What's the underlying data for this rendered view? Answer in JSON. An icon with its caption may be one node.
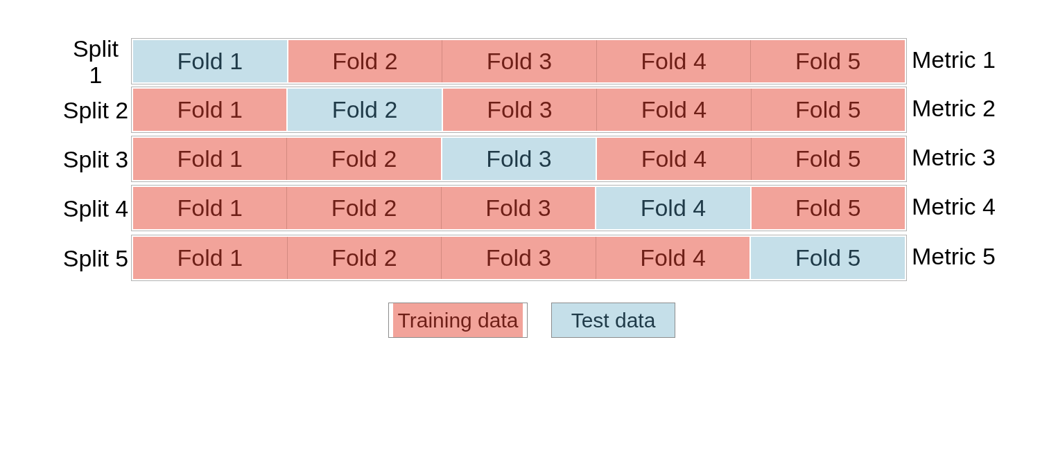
{
  "diagram": {
    "nodes": [
      {
        "text": [
          "Split 1"
        ],
        "beside": [
          "Metric 1"
        ]
      },
      {
        "text": [
          "Fold 1"
        ],
        "in": 0
      },
      {
        "text": [
          "Fold 2"
        ],
        "in": 0
      },
      {
        "text": [
          "Fold 3"
        ],
        "in": 0
      },
      {
        "text": [
          "Fold 4"
        ],
        "in": 0
      },
      {
        "text": [
          "Fold 5"
        ],
        "in": 0
      },
      {
        "text": [
          "Split 2"
        ],
        "beside": [
          "Metric 2"
        ]
      },
      {
        "text": [
          "Fold 1"
        ],
        "in": 6
      },
      {
        "text": [
          "Fold 2"
        ],
        "in": 6
      },
      {
        "text": [
          "Fold 3"
        ],
        "in": 6
      },
      {
        "text": [
          "Fold 4"
        ],
        "in": 6
      },
      {
        "text": [
          "Fold 5"
        ],
        "in": 6
      },
      {
        "text": [
          "Split 3"
        ],
        "beside": [
          "Metric 3"
        ]
      },
      {
        "text": [
          "Fold 1"
        ],
        "in": 12
      },
      {
        "text": [
          "Fold 2"
        ],
        "in": 12
      },
      {
        "text": [
          "Fold 3"
        ],
        "in": 12
      },
      {
        "text": [
          "Fold 4"
        ],
        "in": 12
      },
      {
        "text": [
          "Fold 5"
        ],
        "in": 12
      },
      {
        "text": [
          "Split 4"
        ],
        "beside": [
          "Metric 4"
        ]
      },
      {
        "text": [
          "Fold 1"
        ],
        "in": 18
      },
      {
        "text": [
          "Fold 2"
        ],
        "in": 18
      },
      {
        "text": [
          "Fold 3"
        ],
        "in": 18
      },
      {
        "text": [
          "Fold 4"
        ],
        "in": 18
      },
      {
        "text": [
          "Fold 5"
        ],
        "in": 18
      },
      {
        "text": [
          "Split 5"
        ],
        "beside": [
          "Metric 5"
        ]
      },
      {
        "text": [
          "Fold 1"
        ],
        "in": 24
      },
      {
        "text": [
          "Fold 2"
        ],
        "in": 24
      },
      {
        "text": [
          "Fold 3"
        ],
        "in": 24
      },
      {
        "text": [
          "Fold 4"
        ],
        "in": 24
      },
      {
        "text": [
          "Fold 5"
        ],
        "in": 24
      }
    ],
    "legend": [
      {
        "text": "Training data",
        "color": "#f2a39a"
      },
      {
        "text": "Test data",
        "color": "#c5dfe9"
      }
    ]
  }
}
